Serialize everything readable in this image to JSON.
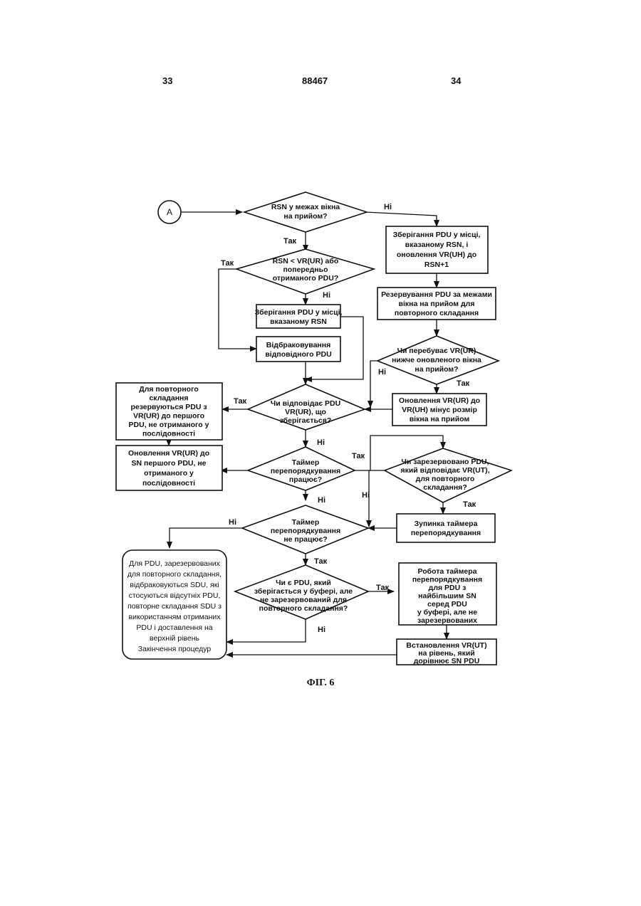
{
  "header": {
    "left_page": "33",
    "patent_number": "88467",
    "right_page": "34"
  },
  "caption": "ФІГ. 6",
  "connector": "A",
  "edge_labels": {
    "yes": "Так",
    "no": "Ні"
  },
  "nodes": {
    "d_rsn_window": [
      "RSN у межах вікна",
      "на прийом?"
    ],
    "d_rsn_less": [
      "RSN < VR(UR) або",
      "попередньо",
      "отриманого PDU?"
    ],
    "p_store_rsn": [
      "Зберігання PDU у місці,",
      "вказаному RSN"
    ],
    "p_discard": [
      "Відбраковування",
      "відповідного PDU"
    ],
    "p_store_update": [
      "Зберігання PDU у місці,",
      "вказаному RSN, і",
      "оновлення VR(UH) до",
      "RSN+1"
    ],
    "p_reserve_outside": [
      "Резервування PDU за межами",
      "вікна на прийом для",
      "повторного складання"
    ],
    "d_vrur_below": [
      "Чи перебуває VR(UR)",
      "нижче оновленого вікна",
      "на прийом?"
    ],
    "p_update_vrur_uh": [
      "Оновлення VR(UR) до",
      "VR(UH) мінус розмір",
      "вікна на прийом"
    ],
    "d_match_vrur": [
      "Чи відповідає PDU",
      "VR(UR), що",
      "зберігається?"
    ],
    "p_reserve_pdus": [
      "Для повторного",
      "складання",
      "резервуються PDU з",
      "VR(UR) до першого",
      "PDU, не отриманого у",
      "послідовності"
    ],
    "p_update_vrur_sn": [
      "Оновлення VR(UR) до",
      "SN першого PDU, не",
      "отриманого у",
      "послідовності"
    ],
    "d_timer_running": [
      "Таймер",
      "перепорядкування",
      "працює?"
    ],
    "d_reserved_vrut": [
      "Чи зарезервовано PDU,",
      "який відповідає VR(UT),",
      "для повторного",
      "складання?"
    ],
    "p_stop_timer": [
      "Зупинка таймера",
      "перепорядкування"
    ],
    "d_timer_not_running": [
      "Таймер",
      "перепорядкування",
      "не працює?"
    ],
    "p_deliver": [
      "Для PDU, зарезервованих",
      "для повторного складання,",
      "відбраковуються SDU, які",
      "стосуються відсутніх PDU,",
      "повторне складання SDU з",
      "використанням отриманих",
      "PDU і доставлення на",
      "верхній рівень",
      "Закінчення процедур"
    ],
    "d_pdu_buffer": [
      "Чи є PDU, який",
      "зберігається у буфері, але",
      "не зарезервований для",
      "повторного складання?"
    ],
    "p_start_timer": [
      "Робота таймера",
      "перепорядкування",
      "для PDU з",
      "найбільшим SN",
      "серед PDU",
      "у буфері, але не",
      "зарезервованих"
    ],
    "p_set_vrut": [
      "Встановлення VR(UT)",
      "на рівень, який",
      "дорівнює SN PDU"
    ]
  }
}
